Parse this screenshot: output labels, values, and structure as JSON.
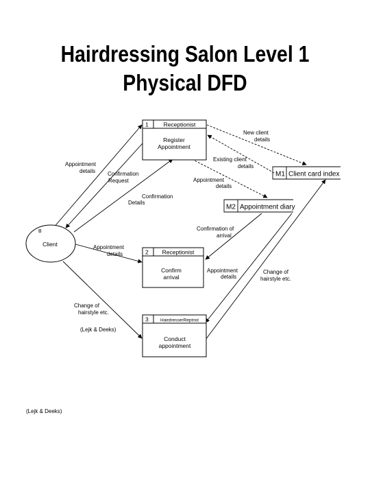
{
  "title": {
    "line1": "Hairdressing Salon Level 1",
    "line2": "Physical DFD"
  },
  "entity": {
    "id": "B",
    "name": "Client"
  },
  "processes": [
    {
      "number": "1",
      "actor": "Receptionist",
      "name_line1": "Register",
      "name_line2": "Appointment"
    },
    {
      "number": "2",
      "actor": "Receptionist",
      "name_line1": "Confirm",
      "name_line2": "arrival"
    },
    {
      "number": "3",
      "actor": "HairdresserReptnst",
      "name_line1": "Conduct",
      "name_line2": "appointment"
    }
  ],
  "stores": [
    {
      "id": "M1",
      "name": "Client card index"
    },
    {
      "id": "M2",
      "name": "Appointment diary"
    }
  ],
  "flows": {
    "client_to_p1": [
      "Appointment",
      "details"
    ],
    "p1_to_client": [
      "Confirmation",
      "Request"
    ],
    "client_to_p1_b": [
      "Confirmation",
      "Details"
    ],
    "p1_to_m1": [
      "New client",
      "details"
    ],
    "m1_to_p1": [
      "Existing client",
      "details"
    ],
    "p1_to_m2": [
      "Appointment",
      "details"
    ],
    "m2_to_p2": [
      "Confirmation of",
      "arrival"
    ],
    "client_to_p2": [
      "Appointment",
      "details"
    ],
    "m2_to_p3": [
      "Appointment",
      "details"
    ],
    "p3_to_m1": [
      "Change of",
      "hairstyle etc."
    ],
    "client_to_p3": [
      "Change of",
      "hairstyle etc."
    ]
  },
  "citation_inline": "(Lejk & Deeks)",
  "citation_footer": "(Lejk & Deeks)"
}
